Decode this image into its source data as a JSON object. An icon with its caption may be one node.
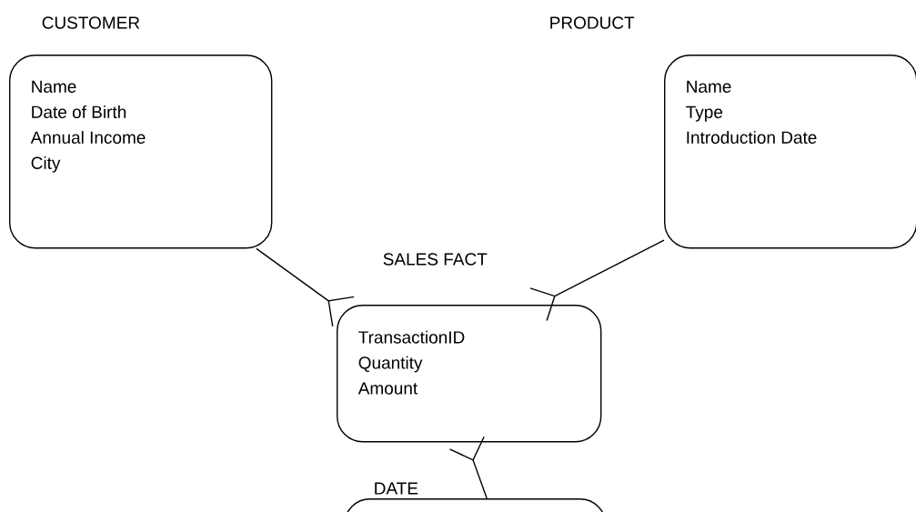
{
  "diagram": {
    "nodes": [
      {
        "text": [
          "CUSTOMER",
          "Name",
          "Date of Birth",
          "Annual Income",
          "City"
        ]
      },
      {
        "text": [
          "PRODUCT",
          "Name",
          "Type",
          "Introduction Date"
        ]
      },
      {
        "text": [
          "SALES FACT",
          "TransactionID",
          "Quantity",
          "Amount"
        ]
      },
      {
        "text": [
          "DATE"
        ]
      }
    ],
    "edges": [
      {
        "from": 0,
        "to": 2,
        "arrow": "other"
      },
      {
        "from": 1,
        "to": 2,
        "arrow": "other"
      },
      {
        "from": 3,
        "to": 2,
        "arrow": "other"
      }
    ]
  }
}
